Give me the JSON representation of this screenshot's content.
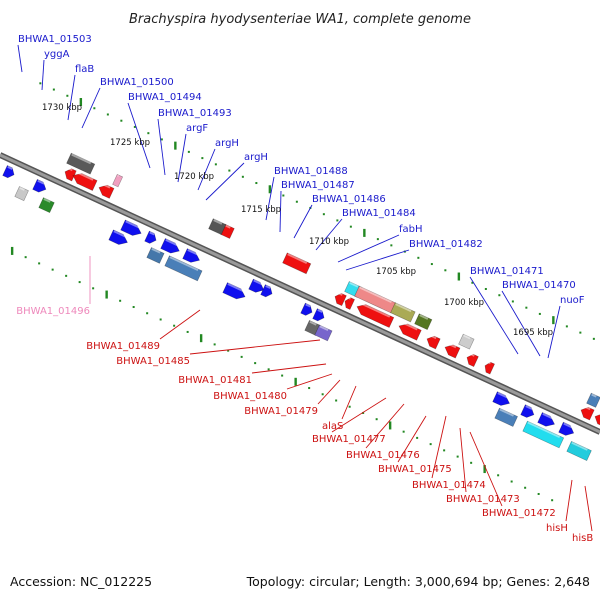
{
  "title": "Brachyspira hyodysenteriae WA1, complete genome",
  "footer": {
    "accession": "Accession: NC_012225",
    "summary": "Topology: circular; Length: 3,000,694 bp; Genes: 2,648"
  },
  "scale_labels": [
    "1730 kbp",
    "1725 kbp",
    "1720 kbp",
    "1715 kbp",
    "1710 kbp",
    "1705 kbp",
    "1700 kbp",
    "1695 kbp"
  ],
  "colors": {
    "forward_label": "#1a1acc",
    "reverse_label": "#cc1111",
    "pseudo_label": "#ee88bb",
    "forward_gene": "#1010ee",
    "reverse_gene": "#ee1010",
    "backbone": "#8a8a8a",
    "tick": "#228822"
  },
  "forward_labels": [
    "BHWA1_01503",
    "yggA",
    "flaB",
    "BHWA1_01500",
    "BHWA1_01494",
    "BHWA1_01493",
    "argF",
    "argH",
    "argH",
    "BHWA1_01488",
    "BHWA1_01487",
    "BHWA1_01486",
    "BHWA1_01484",
    "fabH",
    "BHWA1_01482",
    "BHWA1_01471",
    "BHWA1_01470",
    "nuoF"
  ],
  "reverse_labels": [
    "BHWA1_01496",
    "BHWA1_01489",
    "BHWA1_01485",
    "BHWA1_01481",
    "BHWA1_01480",
    "BHWA1_01479",
    "alaS",
    "BHWA1_01477",
    "BHWA1_01476",
    "BHWA1_01475",
    "BHWA1_01474",
    "BHWA1_01473",
    "BHWA1_01472",
    "hisH",
    "hisB"
  ]
}
